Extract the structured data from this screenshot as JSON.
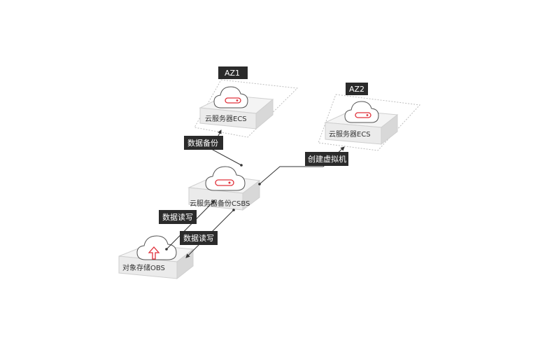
{
  "diagram": {
    "zones": {
      "az1": {
        "label": "AZ1"
      },
      "az2": {
        "label": "AZ2"
      }
    },
    "nodes": {
      "ecs_az1": {
        "label": "云服务器ECS"
      },
      "ecs_az2": {
        "label": "云服务器ECS"
      },
      "csbs": {
        "label": "云服务器备份CSBS"
      },
      "obs": {
        "label": "对象存储OBS"
      }
    },
    "edges": {
      "backup": {
        "label": "数据备份"
      },
      "create_vm": {
        "label": "创建虚拟机"
      },
      "read_write_1": {
        "label": "数据读写"
      },
      "read_write_2": {
        "label": "数据读写"
      }
    },
    "colors": {
      "accent": "#e0303a",
      "tag_bg": "#2b2b2b",
      "box_top": "#f4f4f4",
      "box_left": "#e6e6e6",
      "box_right": "#d8d8d8",
      "line": "#333333",
      "zone_border": "#bdbdbd"
    }
  }
}
